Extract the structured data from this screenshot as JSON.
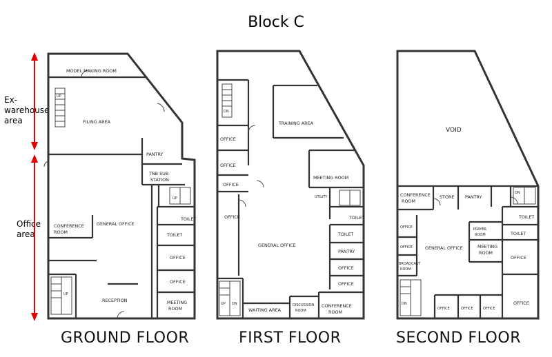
{
  "title": "Block C",
  "side_labels": {
    "warehouse_line1": "Ex-",
    "warehouse_line2": "warehouse",
    "warehouse_line3": "area",
    "office_line1": "Office",
    "office_line2": "area"
  },
  "floors": {
    "ground": {
      "label": "GROUND FLOOR",
      "rooms": {
        "model_making": "MODEL MAKING ROOM",
        "filing": "FILING AREA",
        "pantry": "PANTRY",
        "tnb_1": "TNB SUB",
        "tnb_2": "STATION",
        "conference_1": "CONFERENCE",
        "conference_2": "ROOM",
        "general_office": "GENERAL OFFICE",
        "toilet_a": "TOILET",
        "toilet_b": "TOILET",
        "office_a": "OFFICE",
        "office_b": "OFFICE",
        "reception": "RECEPTION",
        "meeting_1": "MEETING",
        "meeting_2": "ROOM",
        "up_a": "UP",
        "up_b": "UP",
        "up_c": "UP"
      }
    },
    "first": {
      "label": "FIRST FLOOR",
      "rooms": {
        "training": "TRAINING AREA",
        "office_a": "OFFICE",
        "office_b": "OFFICE",
        "office_c": "OFFICE",
        "meeting": "MEETING ROOM",
        "utility": "UTILITY",
        "office_left": "OFFICE",
        "toilet_a": "TOILET",
        "toilet_b": "TOILET",
        "general_office": "GENERAL OFFICE",
        "pantry": "PANTRY",
        "office_d": "OFFICE",
        "office_e": "OFFICE",
        "waiting": "WAITING AREA",
        "discussion_1": "DISCUSSION",
        "discussion_2": "ROOM",
        "conference_1": "CONFERENCE",
        "conference_2": "ROOM",
        "dn_a": "DN",
        "dn_b": "DN",
        "up_a": "UP"
      }
    },
    "second": {
      "label": "SECOND FLOOR",
      "rooms": {
        "void": "VOID",
        "conference_1": "CONFERENCE",
        "conference_2": "ROOM",
        "store": "STORE",
        "pantry": "PANTRY",
        "toilet_a": "TOILET",
        "toilet_b": "TOILET",
        "office_left_a": "OFFICE",
        "office_left_b": "OFFICE",
        "general_office": "GENERAL OFFICE",
        "prayer_1": "PRAYER",
        "prayer_2": "ROOM",
        "meeting_1": "MEETING",
        "meeting_2": "ROOM",
        "broadcast_1": "BROADCAST",
        "broadcast_2": "ROOM",
        "office_right_a": "OFFICE",
        "office_right_b": "OFFICE",
        "office_bottom_a": "OFFICE",
        "office_bottom_b": "OFFICE",
        "office_bottom_c": "OFFICE",
        "dn_a": "DN",
        "dn_b": "DN"
      }
    }
  }
}
